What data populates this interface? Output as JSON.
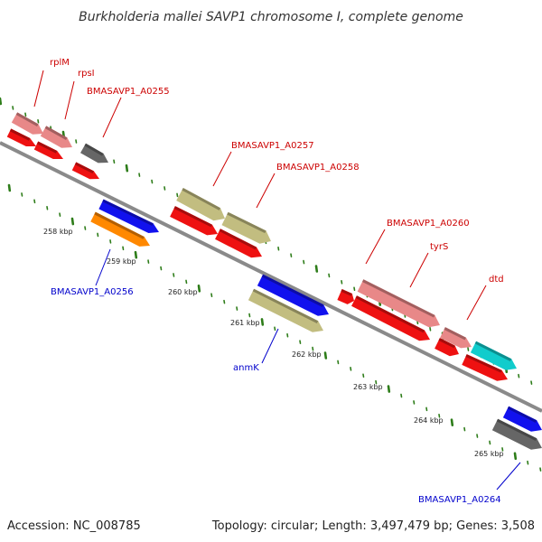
{
  "title": "Burkholderia mallei SAVP1 chromosome I, complete genome",
  "footer": {
    "accession": "Accession: NC_008785",
    "topology": "Topology: circular; Length: 3,497,479 bp; Genes: 3,508"
  },
  "colors": {
    "backbone": "#8a8a8a",
    "tick": "#2e7d1a",
    "label_red": "#cc0000",
    "label_blue": "#0000cc",
    "red": "#ee1111",
    "pink": "#e88888",
    "olive": "#c2bd80",
    "blue": "#1111ee",
    "orange": "#ff8800",
    "cyan": "#11cccc",
    "gray": "#666666"
  },
  "kbp_labels": [
    "258 kbp",
    "259 kbp",
    "260 kbp",
    "261 kbp",
    "262 kbp",
    "263 kbp",
    "264 kbp",
    "265 kbp"
  ],
  "genes": [
    {
      "name": "rplM",
      "color": "pink",
      "strand": "+"
    },
    {
      "name": "rpsI",
      "color": "pink",
      "strand": "+"
    },
    {
      "name": "BMASAVP1_A0255",
      "color": "gray",
      "strand": "+"
    },
    {
      "name": "BMASAVP1_A0256",
      "color": "orange",
      "strand": "-"
    },
    {
      "name": "BMASAVP1_A0257",
      "color": "olive",
      "strand": "+"
    },
    {
      "name": "BMASAVP1_A0258",
      "color": "olive",
      "strand": "+"
    },
    {
      "name": "anmK",
      "color": "olive",
      "strand": "-"
    },
    {
      "name": "BMASAVP1_A0260",
      "color": "pink",
      "strand": "+"
    },
    {
      "name": "tyrS",
      "color": "pink",
      "strand": "+"
    },
    {
      "name": "dtd",
      "color": "cyan",
      "strand": "+"
    },
    {
      "name": "BMASAVP1_A0264",
      "color": "gray",
      "strand": "-"
    }
  ]
}
